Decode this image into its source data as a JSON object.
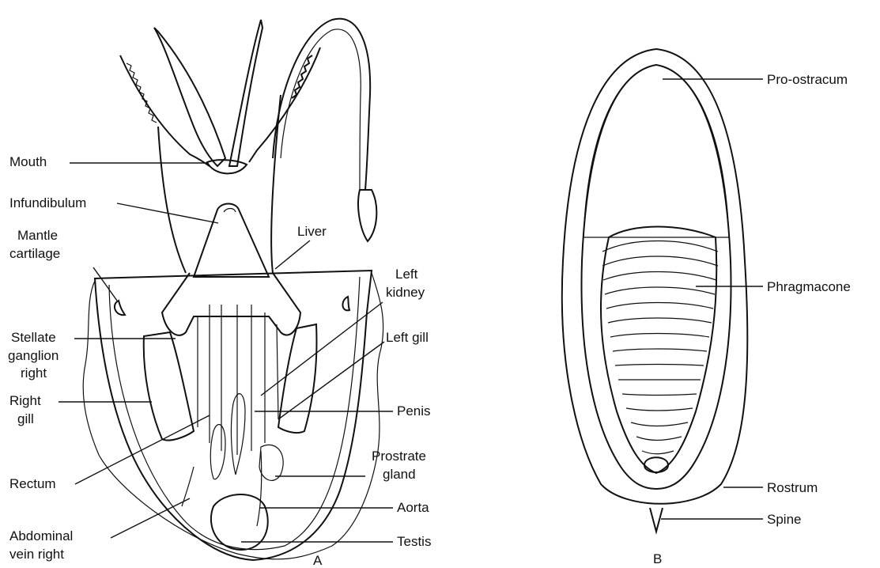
{
  "figure_a": {
    "letter": "A",
    "labels": {
      "mouth": "Mouth",
      "infundibulum": "Infundibulum",
      "mantle_cartilage_1": "Mantle",
      "mantle_cartilage_2": "cartilage",
      "liver": "Liver",
      "left_kidney_1": "Left",
      "left_kidney_2": "kidney",
      "left_gill": "Left gill",
      "stellate_1": "Stellate",
      "stellate_2": "ganglion",
      "stellate_3": "right",
      "right_gill_1": "Right",
      "right_gill_2": "gill",
      "penis": "Penis",
      "prostrate_1": "Prostrate",
      "prostrate_2": "gland",
      "rectum": "Rectum",
      "aorta": "Aorta",
      "abdominal_1": "Abdominal",
      "abdominal_2": "vein right",
      "testis": "Testis"
    }
  },
  "figure_b": {
    "letter": "B",
    "labels": {
      "pro_ostracum": "Pro-ostracum",
      "phragmacone": "Phragmacone",
      "rostrum": "Rostrum",
      "spine": "Spine"
    }
  }
}
